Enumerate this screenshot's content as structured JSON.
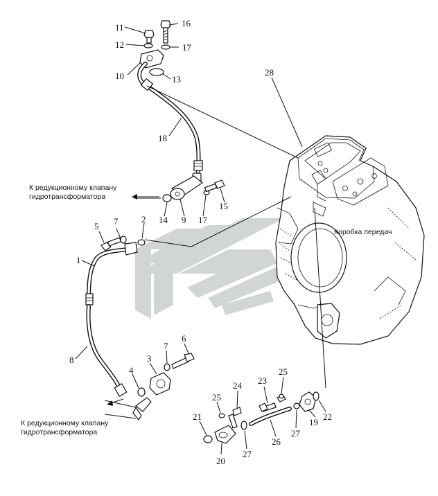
{
  "labels": {
    "p1": "1",
    "p2": "2",
    "p3": "3",
    "p4": "4",
    "p5": "5",
    "p6": "6",
    "p7a": "7",
    "p7b": "7",
    "p8": "8",
    "p9": "9",
    "p10": "10",
    "p11": "11",
    "p12": "12",
    "p13": "13",
    "p14": "14",
    "p15": "15",
    "p16": "16",
    "p17a": "17",
    "p17b": "17",
    "p18": "18",
    "p19": "19",
    "p20": "20",
    "p21": "21",
    "p22": "22",
    "p23": "23",
    "p24": "24",
    "p25a": "25",
    "p25b": "25",
    "p26": "26",
    "p27a": "27",
    "p27b": "27",
    "p28": "28"
  },
  "captions": {
    "to_valve_top_line1": "К редукционному клапану",
    "to_valve_top_line2": "гидротрансформатора",
    "to_valve_bottom_line1": "К редукционному клапану",
    "to_valve_bottom_line2": "гидротрансформатора",
    "gearbox": "Коробка передач"
  },
  "colors": {
    "line": "#111111",
    "watermark": "#c9cfcc"
  }
}
